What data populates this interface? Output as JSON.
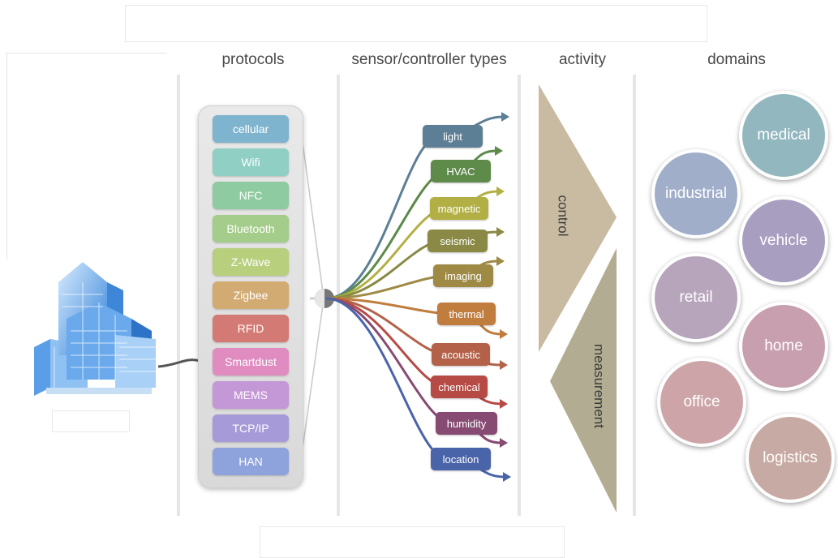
{
  "columns": {
    "protocols": "protocols",
    "sensors": "sensor/controller types",
    "activity": "activity",
    "domains": "domains"
  },
  "protocols": [
    {
      "label": "cellular",
      "color": "#7fb4cf"
    },
    {
      "label": "Wifi",
      "color": "#8fcfc4"
    },
    {
      "label": "NFC",
      "color": "#8fcba0"
    },
    {
      "label": "Bluetooth",
      "color": "#a4cc8a"
    },
    {
      "label": "Z-Wave",
      "color": "#b8cf7e"
    },
    {
      "label": "Zigbee",
      "color": "#d2ab72"
    },
    {
      "label": "RFID",
      "color": "#d47a74"
    },
    {
      "label": "Smartdust",
      "color": "#e08cc0"
    },
    {
      "label": "MEMS",
      "color": "#c497d6"
    },
    {
      "label": "TCP/IP",
      "color": "#a79ad8"
    },
    {
      "label": "HAN",
      "color": "#8ea3dc"
    }
  ],
  "sensors": [
    {
      "label": "light",
      "color": "#5c7f95"
    },
    {
      "label": "HVAC",
      "color": "#5e8a4a"
    },
    {
      "label": "magnetic",
      "color": "#b2b044"
    },
    {
      "label": "seismic",
      "color": "#8a8a46"
    },
    {
      "label": "imaging",
      "color": "#9e8a45"
    },
    {
      "label": "thermal",
      "color": "#c07d3e"
    },
    {
      "label": "acoustic",
      "color": "#b36249"
    },
    {
      "label": "chemical",
      "color": "#b64b45"
    },
    {
      "label": "humidity",
      "color": "#874b73"
    },
    {
      "label": "location",
      "color": "#4a64aa"
    }
  ],
  "activity": {
    "control": "control",
    "measurement": "measurement"
  },
  "domains": [
    {
      "label": "medical",
      "color": "#93b7bf"
    },
    {
      "label": "industrial",
      "color": "#a0aec9"
    },
    {
      "label": "vehicle",
      "color": "#a89ec0"
    },
    {
      "label": "retail",
      "color": "#b7a5bc"
    },
    {
      "label": "home",
      "color": "#c89fae"
    },
    {
      "label": "office",
      "color": "#cda5a8"
    },
    {
      "label": "logistics",
      "color": "#c7aaa3"
    }
  ]
}
